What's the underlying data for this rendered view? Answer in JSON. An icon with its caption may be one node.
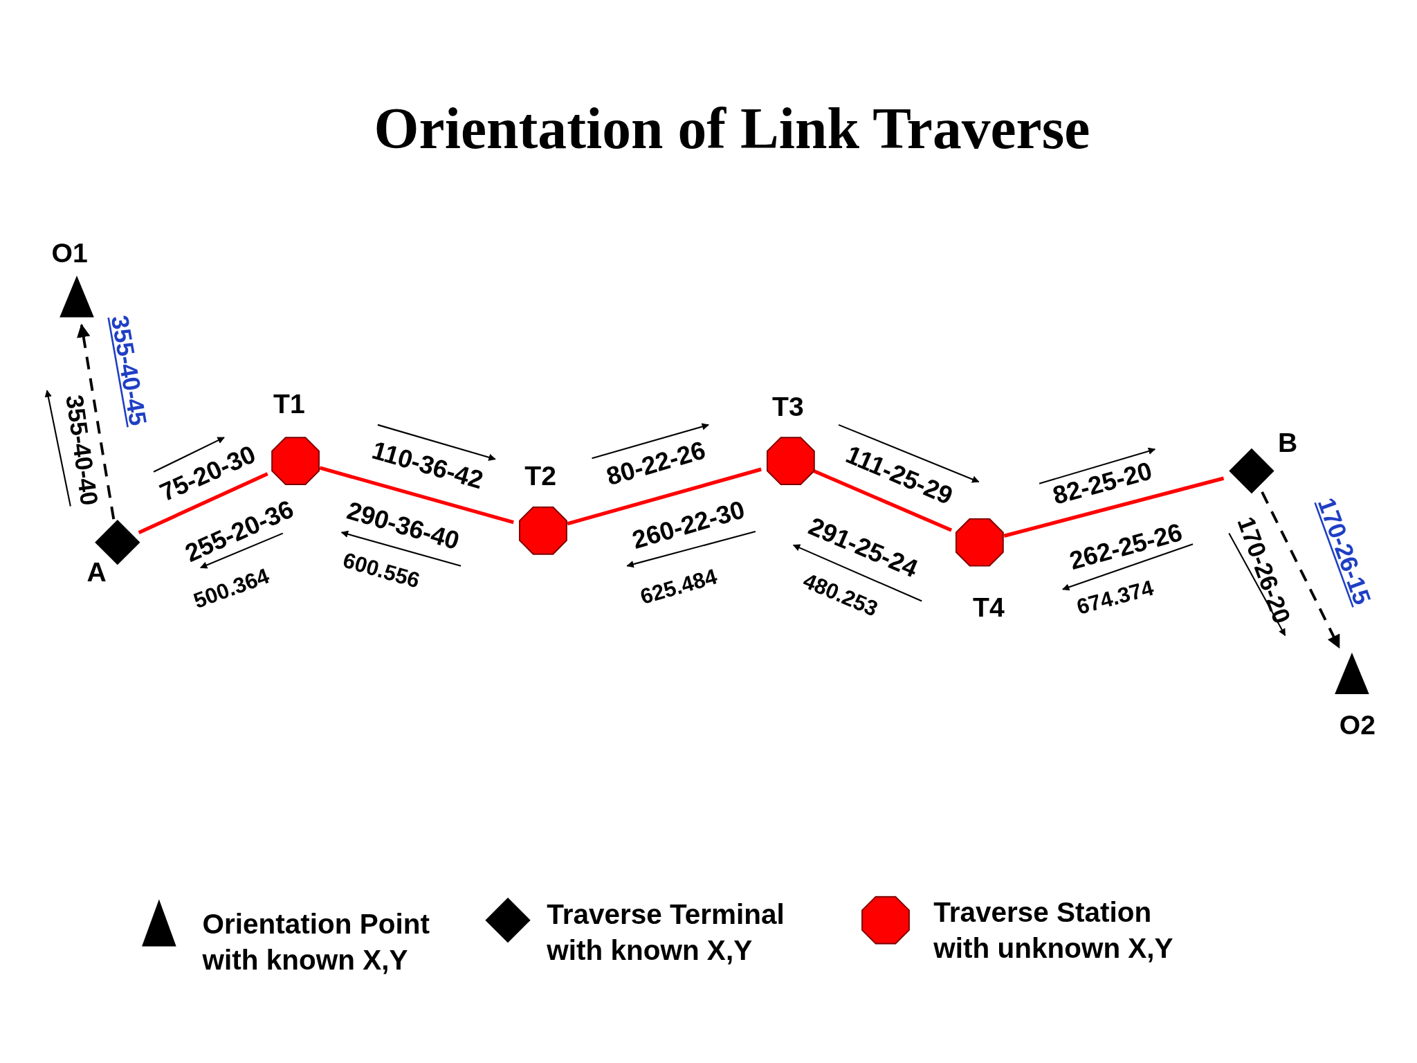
{
  "diagram": {
    "title": "Orientation of Link Traverse",
    "nodes": [
      {
        "text": [
          "O1"
        ]
      },
      {
        "text": [
          "A"
        ]
      },
      {
        "text": [
          "T1"
        ]
      },
      {
        "text": [
          "T2"
        ]
      },
      {
        "text": [
          "T3"
        ]
      },
      {
        "text": [
          "T4"
        ]
      },
      {
        "text": [
          "B"
        ]
      },
      {
        "text": [
          "O2"
        ]
      }
    ],
    "edges": [
      {
        "from": 1,
        "to": 0,
        "arrow": "to",
        "style": "dashed",
        "color": "#000000"
      },
      {
        "from": 1,
        "to": 2,
        "arrow": "none"
      },
      {
        "from": 2,
        "to": 3,
        "arrow": "none"
      },
      {
        "from": 3,
        "to": 4,
        "arrow": "none"
      },
      {
        "from": 4,
        "to": 5,
        "arrow": "none"
      },
      {
        "from": 5,
        "to": 6,
        "arrow": "none"
      },
      {
        "from": 6,
        "to": 7,
        "arrow": "to",
        "style": "dashed",
        "color": "#000000"
      }
    ],
    "labels": [
      "355-40-45",
      "355-40-40",
      "75-20-30",
      "255-20-36",
      "500.364",
      "110-36-42",
      "290-36-40",
      "600.556",
      "80-22-26",
      "260-22-30",
      "625.484",
      "111-25-29",
      "291-25-24",
      "480.253",
      "82-25-20",
      "262-25-26",
      "674.374",
      "170-26-20",
      "170-26-15"
    ],
    "legend": [
      {
        "text": "Orientation Point with known X,Y"
      },
      {
        "text": "Traverse Terminal with known X,Y"
      },
      {
        "text": "Traverse Station with unknown X,Y"
      }
    ]
  }
}
